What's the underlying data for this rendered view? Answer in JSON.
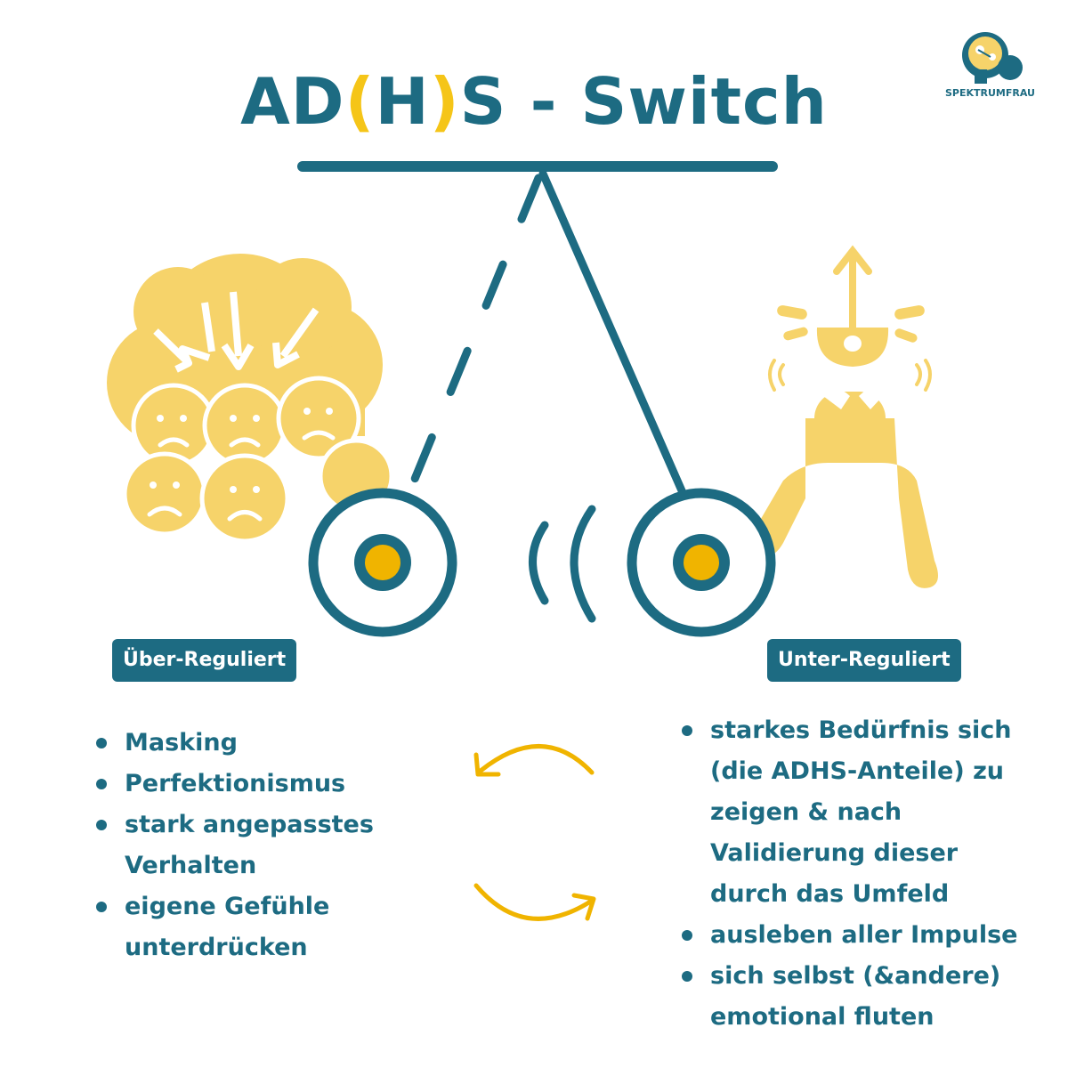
{
  "title": {
    "part1": "AD",
    "paren_open": "(",
    "part2": "H",
    "paren_close": ")",
    "part3": "S - Switch"
  },
  "logo": {
    "text": "SPEKTRUMFRAU"
  },
  "left": {
    "label": "Über-Reguliert",
    "items": [
      "Masking",
      "Perfektionismus",
      "stark angepasstes Verhalten",
      "eigene Gefühle unterdrücken"
    ]
  },
  "right": {
    "label": "Unter-Reguliert",
    "items": [
      "starkes Bedürfnis sich (die ADHS-Anteile) zu zeigen & nach Validierung dieser durch das Umfeld",
      "ausleben aller Impulse",
      "sich selbst (&andere) emotional fluten"
    ]
  },
  "colors": {
    "teal": "#1d6b82",
    "yellow": "#f5c518",
    "light_yellow": "#f6d36a"
  }
}
